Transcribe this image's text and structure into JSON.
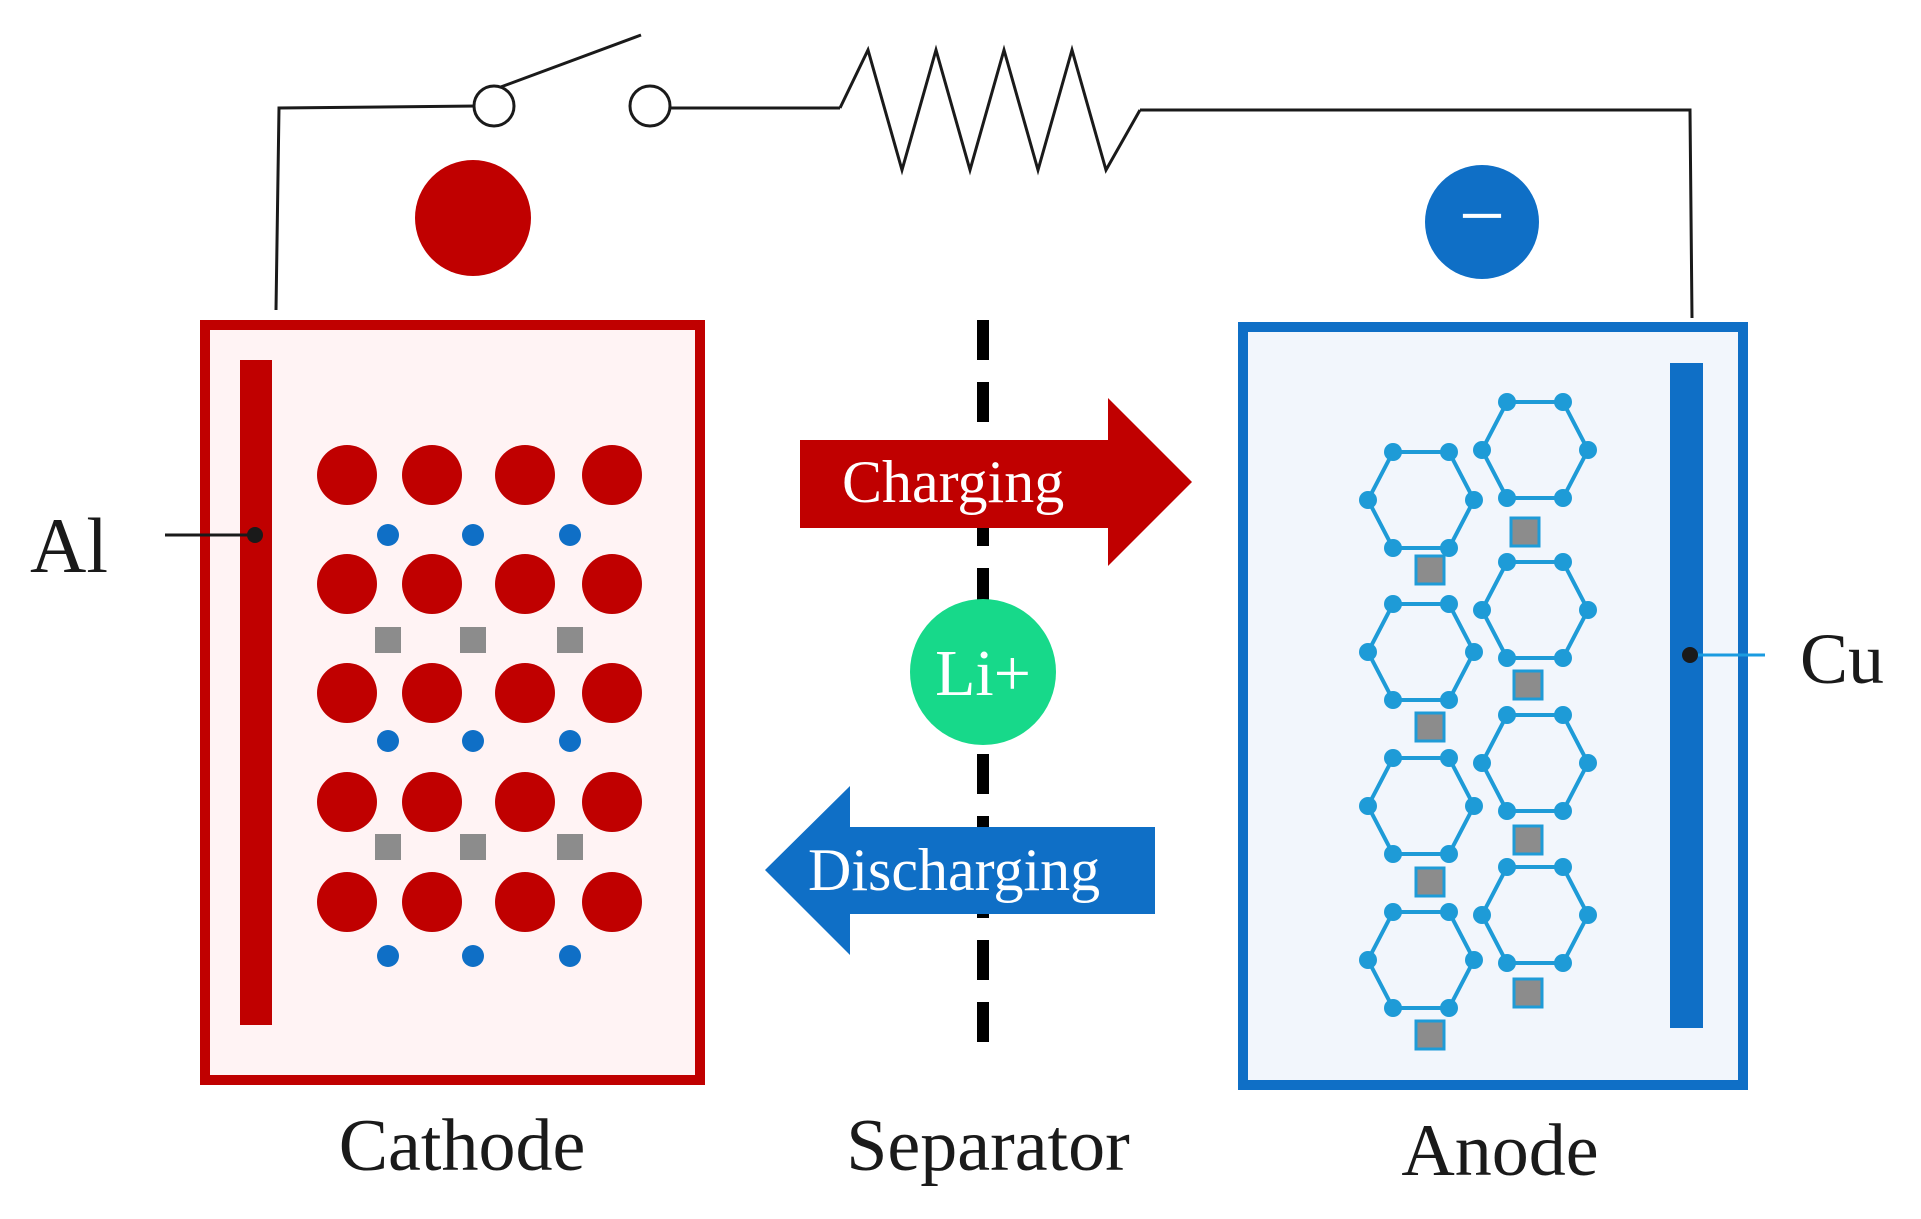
{
  "labels": {
    "al": "Al",
    "cu": "Cu",
    "cathode": "Cathode",
    "separator": "Separator",
    "anode": "Anode",
    "charging": "Charging",
    "discharging": "Discharging",
    "li_ion": "Li+",
    "negative_sign": "−"
  },
  "colors": {
    "cathode_red": "#c00000",
    "cathode_fill": "#fff3f4",
    "anode_blue": "#0f6fc6",
    "anode_fill": "#f2f6fc",
    "anode_node": "#1e9bd7",
    "li_green": "#17d98a",
    "square_gray": "#8c8c8c",
    "wire": "#1a1a1a"
  },
  "icons": {
    "positive_terminal": "red-circle-icon",
    "negative_terminal": "minus-circle-icon",
    "switch": "switch-icon",
    "resistor": "resistor-icon"
  }
}
